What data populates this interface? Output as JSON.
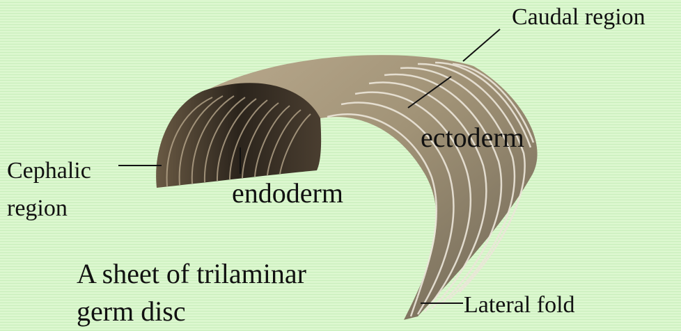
{
  "labels": {
    "caudal": "Caudal region",
    "ectoderm": "ectoderm",
    "cephalic_line1": "Cephalic",
    "cephalic_line2": "region",
    "endoderm": "endoderm",
    "lateral_fold": "Lateral fold"
  },
  "caption": {
    "line1": "A sheet of trilaminar",
    "line2": "germ disc"
  },
  "colors": {
    "background": "#d6f5c8",
    "sheet_outer": "#a8987c",
    "sheet_inner": "#3a3128",
    "ridge": "#e8e2d6"
  }
}
